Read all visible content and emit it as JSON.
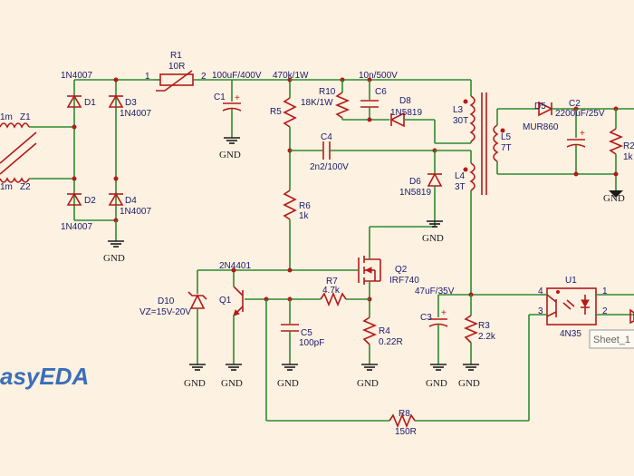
{
  "logo": "asyEDA",
  "sheet_label": "Sheet_1",
  "labels": {
    "z1_l": "1m",
    "z1": "Z1",
    "z2_l": "1m",
    "z2": "Z2",
    "d1_top": "1N4007",
    "d1": "D1",
    "d3": "D3",
    "d3_v": "1N4007",
    "d2": "D2",
    "d2_v": "1N4007",
    "d4": "D4",
    "d4_v": "1N4007",
    "r1": "R1",
    "r1_v": "10R",
    "pin1": "1",
    "pin2": "2",
    "c1_v": "100uF/400V",
    "c1": "C1",
    "r5_top": "470k/1W",
    "r5": "R5",
    "r10": "R10",
    "r10_v": "18K/1W",
    "c6_top": "10n/500V",
    "c6": "C6",
    "d8": "D8",
    "d8_v": "1N5819",
    "c4": "C4",
    "c4_v": "2n2/100V",
    "l3": "L3",
    "l3_v": "30T",
    "l5": "L5",
    "l5_v": "7T",
    "l4": "L4",
    "l4_v": "3T",
    "d6": "D6",
    "d6_v": "1N5819",
    "d5": "D5",
    "d5_v": "MUR860",
    "c2": "C2",
    "c2_v": "2200uF/25V",
    "r2": "R2",
    "r2_v": "1k",
    "r6": "R6",
    "r6_v": "1k",
    "q2": "Q2",
    "q2_v": "IRF740",
    "q1_part": "2N4401",
    "q1": "Q1",
    "r7": "R7",
    "r7_v": "4.7k",
    "d10": "D10",
    "d10_v": "VZ=15V-20V",
    "c5": "C5",
    "c5_v": "100pF",
    "r4": "R4",
    "r4_v": "0.22R",
    "c3_top": "47uF/35V",
    "c3": "C3",
    "r3": "R3",
    "r3_v": "2.2k",
    "u1": "U1",
    "u1_v": "4N35",
    "u1_p4": "4",
    "u1_p3": "3",
    "u1_p1": "1",
    "u1_p2": "2",
    "r8": "R8",
    "r8_v": "150R",
    "gnd": "GND"
  }
}
